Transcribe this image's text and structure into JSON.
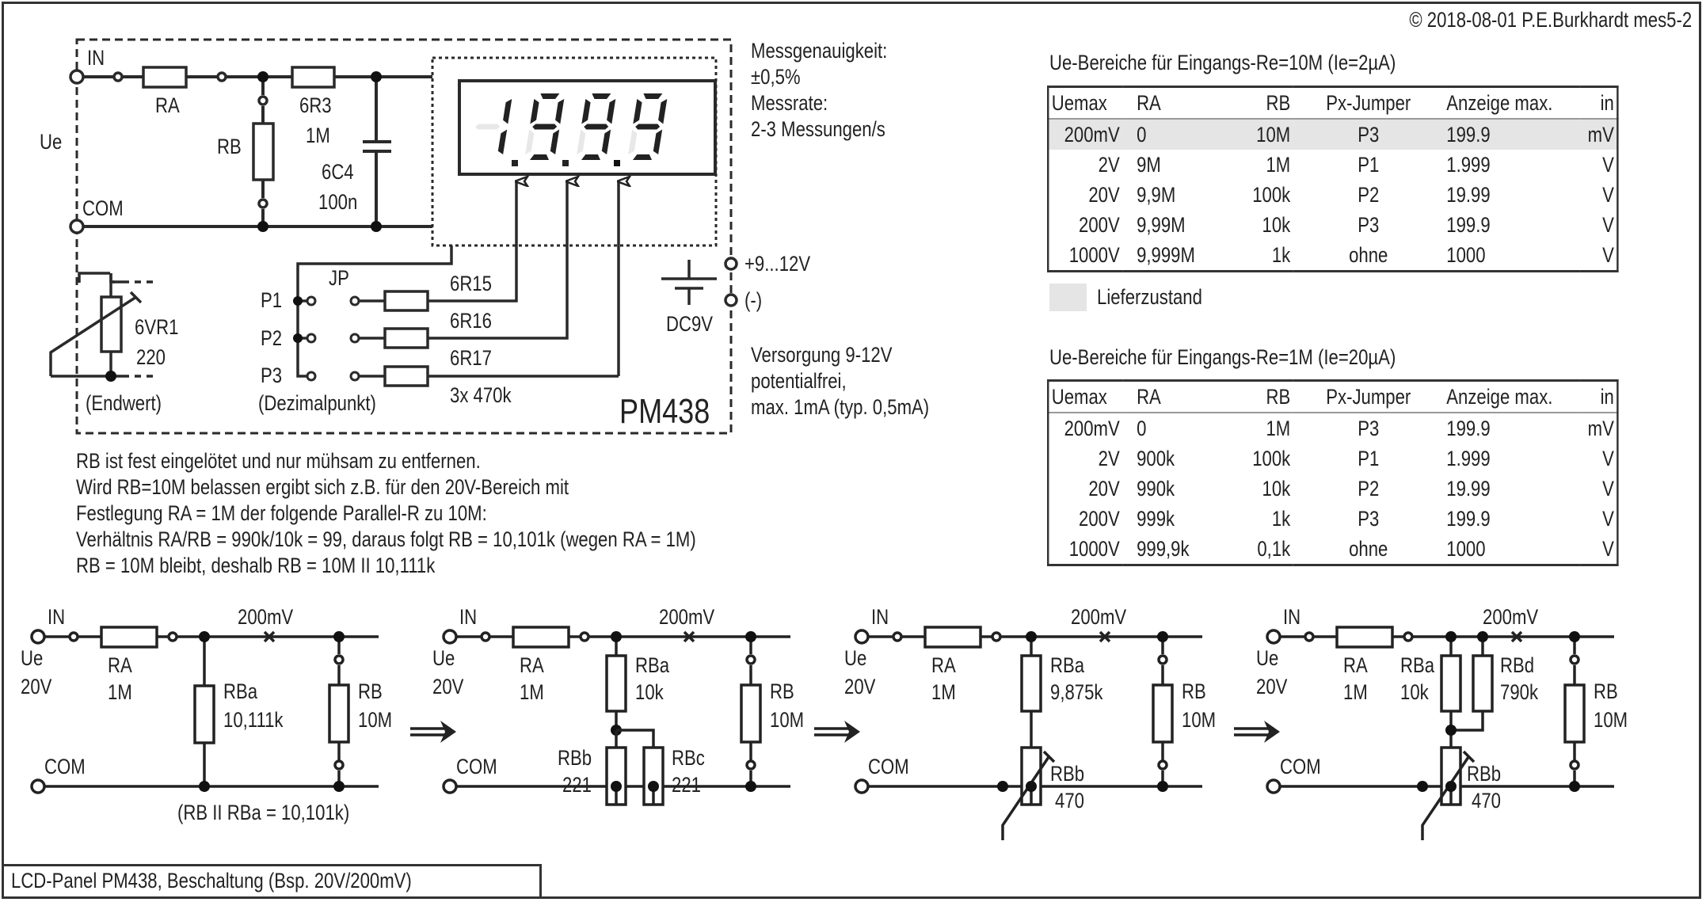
{
  "copyright": "© 2018-08-01 P.E.Burkhardt mes5-2",
  "caption": "LCD-Panel PM438, Beschaltung (Bsp. 20V/200mV)",
  "main_schematic": {
    "module_name": "PM438",
    "display_reading": "1.9.9.9",
    "labels": {
      "in": "IN",
      "com": "COM",
      "ue": "Ue",
      "ra": "RA",
      "rb": "RB",
      "r3_name": "6R3",
      "r3_value": "1M",
      "c4_name": "6C4",
      "c4_value": "100n",
      "vr1_name": "6VR1",
      "vr1_value": "220",
      "endwert": "(Endwert)",
      "jp": "JP",
      "p1": "P1",
      "p2": "P2",
      "p3": "P3",
      "dezimalpunkt": "(Dezimalpunkt)",
      "r15": "6R15",
      "r16": "6R16",
      "r17": "6R17",
      "r_values": "3x 470k",
      "supply_plus": "+9...12V",
      "supply_minus": "(-)",
      "battery": "DC9V"
    }
  },
  "specs": {
    "text": "Messgenauigkeit:\n±0,5%\nMessrate:\n2-3 Messungen/s"
  },
  "supply": {
    "text": "Versorgung 9-12V\npotentialfrei,\nmax. 1mA (typ. 0,5mA)"
  },
  "notes": {
    "text": "RB ist fest eingelötet und nur mühsam zu entfernen.\nWird RB=10M belassen ergibt sich z.B. für den 20V-Bereich mit\nFestlegung RA = 1M der folgende Parallel-R zu 10M:\nVerhältnis RA/RB = 990k/10k = 99, daraus folgt RB = 10,101k (wegen RA = 1M)\nRB = 10M bleibt, deshalb RB = 10M II 10,111k"
  },
  "table_10m": {
    "title": "Ue-Bereiche für Eingangs-Re=10M (Ie=2µA)",
    "headers": [
      "Uemax",
      "RA",
      "RB",
      "Px-Jumper",
      "Anzeige max.",
      "in"
    ],
    "rows": [
      {
        "uemax": "200mV",
        "ra": "0",
        "rb": "10M",
        "px": "P3",
        "anzeige": "199.9",
        "unit": "mV",
        "highlight": true
      },
      {
        "uemax": "2V",
        "ra": "9M",
        "rb": "1M",
        "px": "P1",
        "anzeige": "1.999",
        "unit": "V",
        "highlight": false
      },
      {
        "uemax": "20V",
        "ra": "9,9M",
        "rb": "100k",
        "px": "P2",
        "anzeige": "19.99",
        "unit": "V",
        "highlight": false
      },
      {
        "uemax": "200V",
        "ra": "9,99M",
        "rb": "10k",
        "px": "P3",
        "anzeige": "199.9",
        "unit": "V",
        "highlight": false
      },
      {
        "uemax": "1000V",
        "ra": "9,999M",
        "rb": "1k",
        "px": "ohne",
        "anzeige": "1000",
        "unit": "V",
        "highlight": false
      }
    ],
    "legend": "Lieferzustand",
    "highlight_color": "#e5e5e5"
  },
  "table_1m": {
    "title": "Ue-Bereiche für Eingangs-Re=1M (Ie=20µA)",
    "headers": [
      "Uemax",
      "RA",
      "RB",
      "Px-Jumper",
      "Anzeige max.",
      "in"
    ],
    "rows": [
      {
        "uemax": "200mV",
        "ra": "0",
        "rb": "1M",
        "px": "P3",
        "anzeige": "199.9",
        "unit": "mV"
      },
      {
        "uemax": "2V",
        "ra": "900k",
        "rb": "100k",
        "px": "P1",
        "anzeige": "1.999",
        "unit": "V"
      },
      {
        "uemax": "20V",
        "ra": "990k",
        "rb": "10k",
        "px": "P2",
        "anzeige": "19.99",
        "unit": "V"
      },
      {
        "uemax": "200V",
        "ra": "999k",
        "rb": "1k",
        "px": "P3",
        "anzeige": "199.9",
        "unit": "V"
      },
      {
        "uemax": "1000V",
        "ra": "999,9k",
        "rb": "0,1k",
        "px": "ohne",
        "anzeige": "1000",
        "unit": "V"
      }
    ]
  },
  "variants": [
    {
      "in": "IN",
      "ue": "Ue",
      "ue_value": "20V",
      "ra": "RA",
      "ra_value": "1M",
      "tap": "200mV",
      "com": "COM",
      "rb": "RB",
      "rb_value": "10M",
      "rba": "RBa",
      "rba_value": "10,111k",
      "note": "(RB II RBa = 10,101k)"
    },
    {
      "in": "IN",
      "ue": "Ue",
      "ue_value": "20V",
      "ra": "RA",
      "ra_value": "1M",
      "tap": "200mV",
      "com": "COM",
      "rb": "RB",
      "rb_value": "10M",
      "rba": "RBa",
      "rba_value": "10k",
      "rbb": "RBb",
      "rbb_value": "221",
      "rbc": "RBc",
      "rbc_value": "221"
    },
    {
      "in": "IN",
      "ue": "Ue",
      "ue_value": "20V",
      "ra": "RA",
      "ra_value": "1M",
      "tap": "200mV",
      "com": "COM",
      "rb": "RB",
      "rb_value": "10M",
      "rba": "RBa",
      "rba_value": "9,875k",
      "rbb": "RBb",
      "rbb_value": "470"
    },
    {
      "in": "IN",
      "ue": "Ue",
      "ue_value": "20V",
      "ra": "RA",
      "ra_value": "1M",
      "tap": "200mV",
      "com": "COM",
      "rb": "RB",
      "rb_value": "10M",
      "rba": "RBa",
      "rba_value": "10k",
      "rbd": "RBd",
      "rbd_value": "790k",
      "rbb": "RBb",
      "rbb_value": "470"
    }
  ],
  "colors": {
    "ink": "#222222",
    "lcd_off_segment": "#e8e8e8",
    "table_highlight": "#e5e5e5"
  }
}
